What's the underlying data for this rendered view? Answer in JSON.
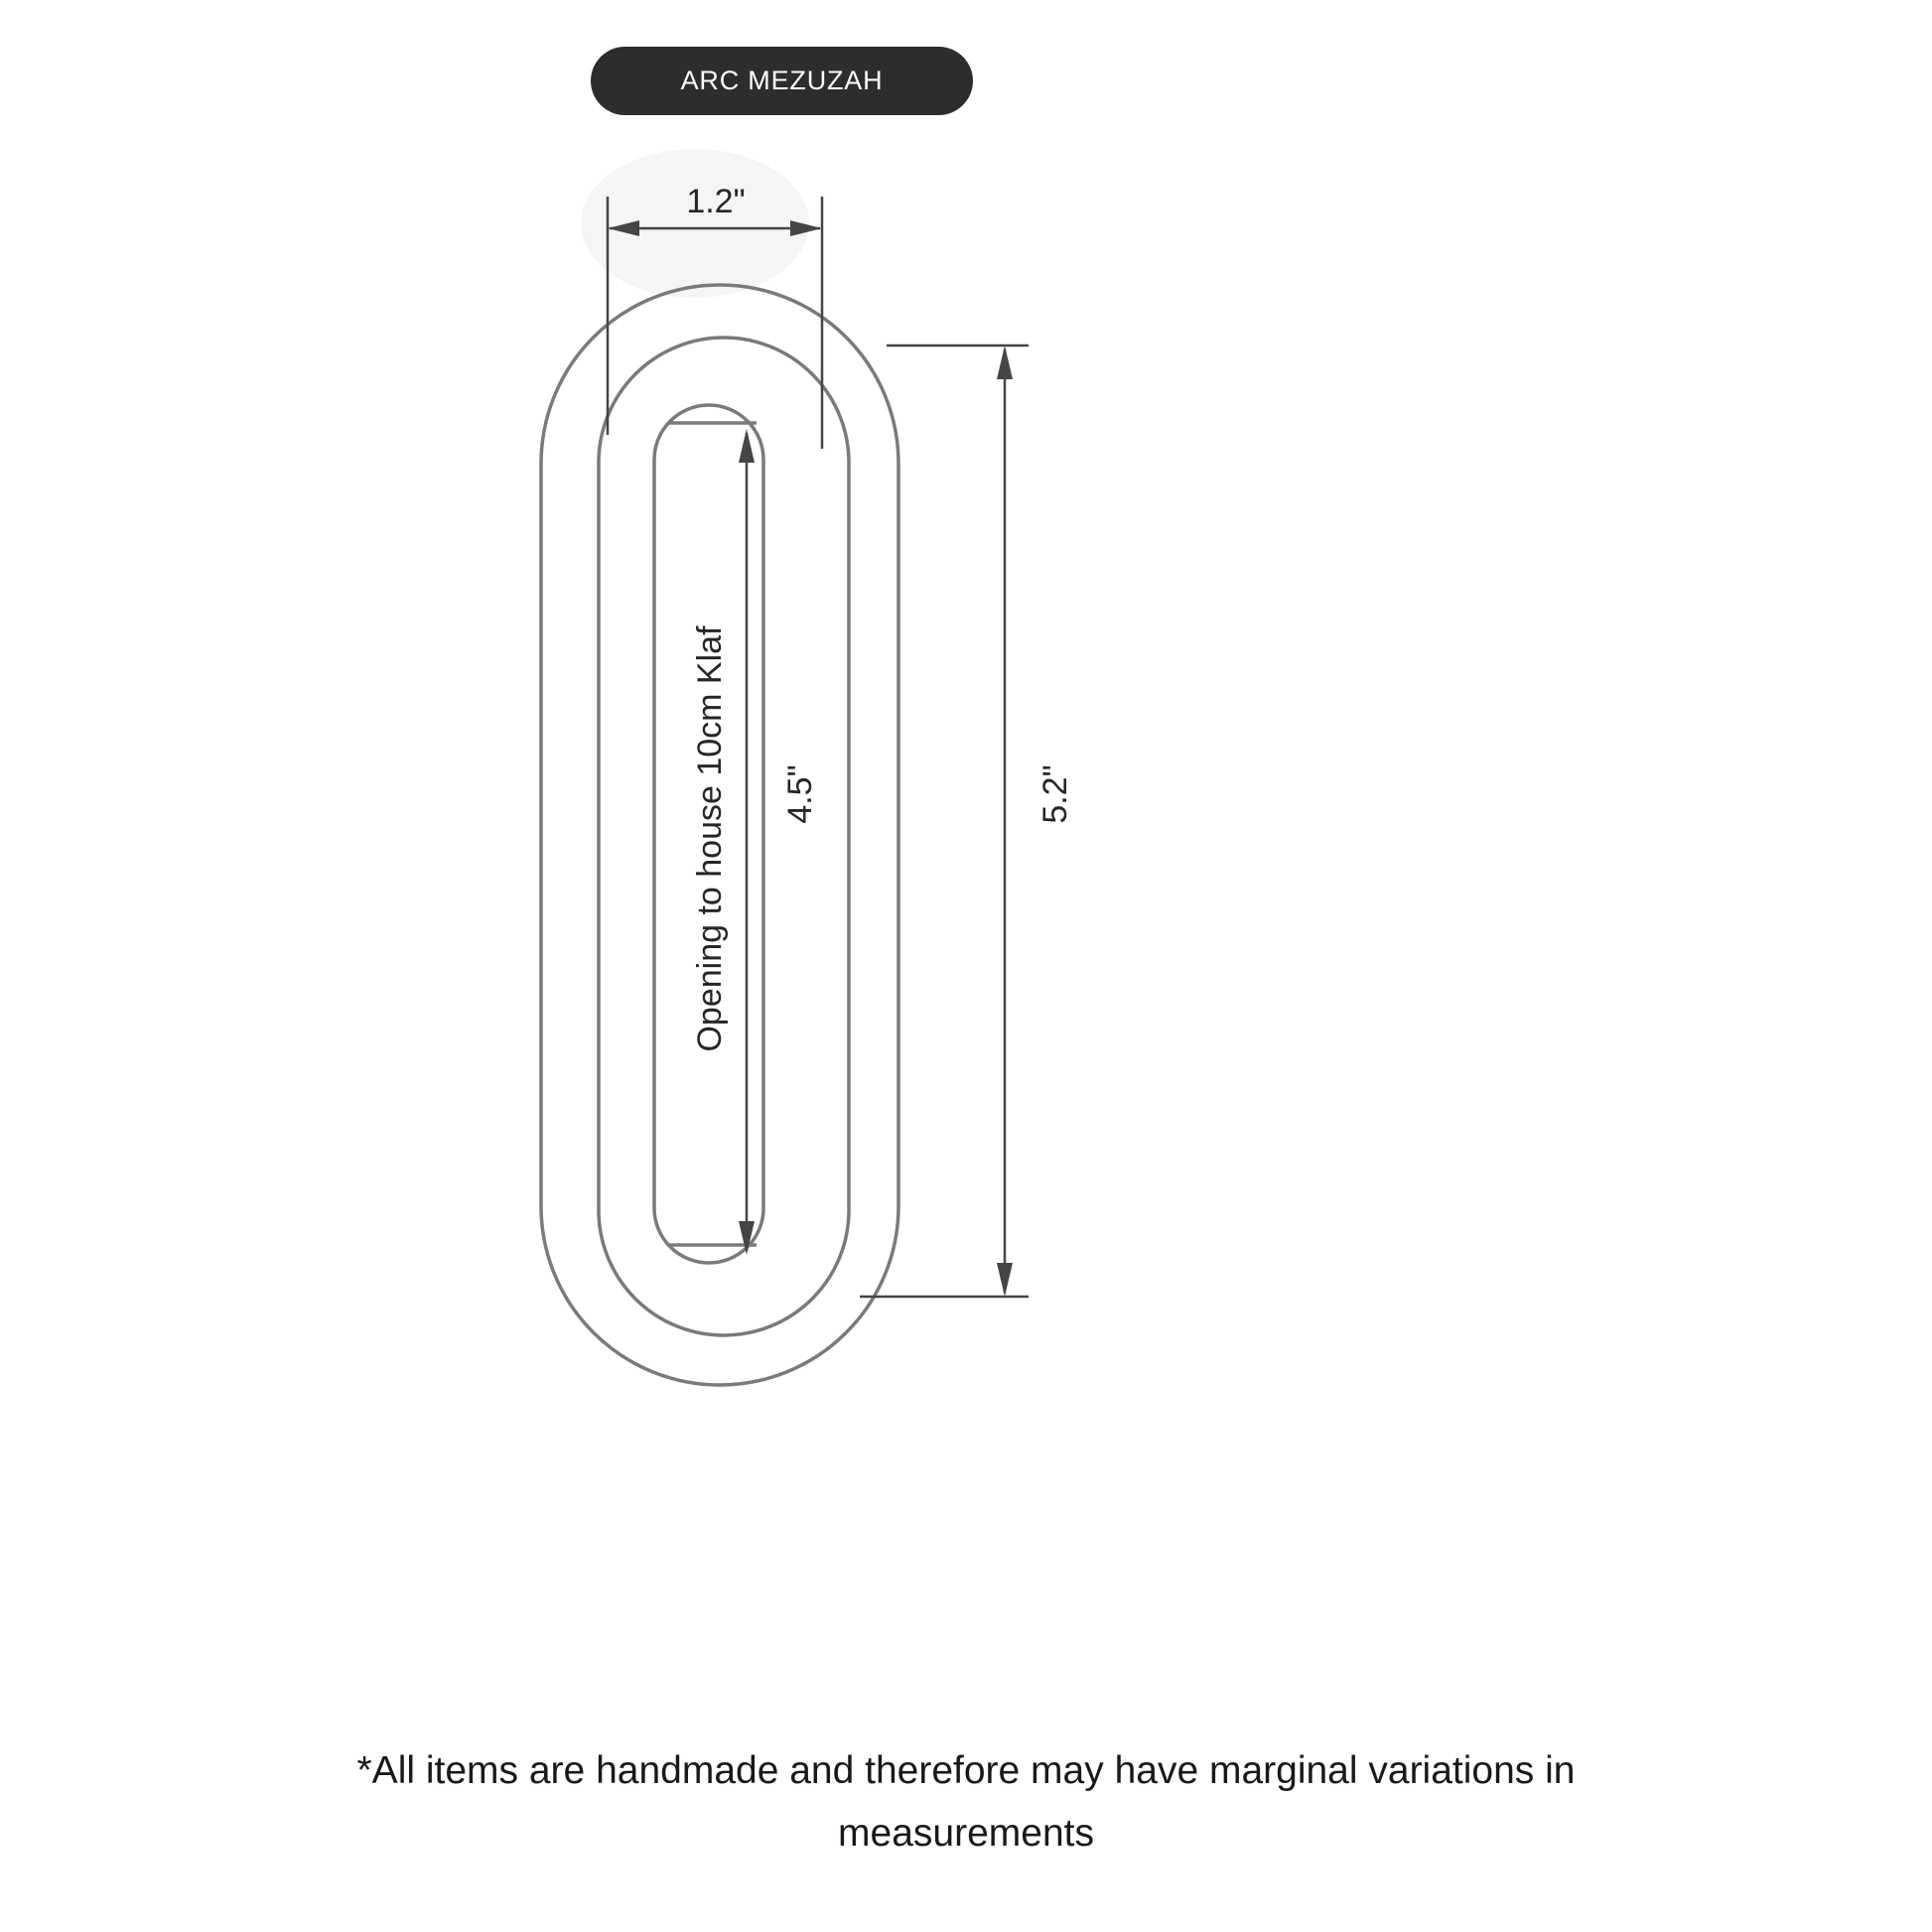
{
  "header": {
    "badge_label": "ARC MEZUZAH"
  },
  "diagram": {
    "width_label": "1.2\"",
    "height_label": "5.2\"",
    "inner_height_label": "4.5\"",
    "opening_label": "Opening to house 10cm Klaf"
  },
  "footer": {
    "note_line1": "*All items are handmade and therefore may have marginal variations in",
    "note_line2": "measurements"
  },
  "colors": {
    "badge_background": "#2d2d2d",
    "badge_text": "#ffffff",
    "outline": "#7a7a7a",
    "dimension": "#454545",
    "text": "#262626"
  }
}
